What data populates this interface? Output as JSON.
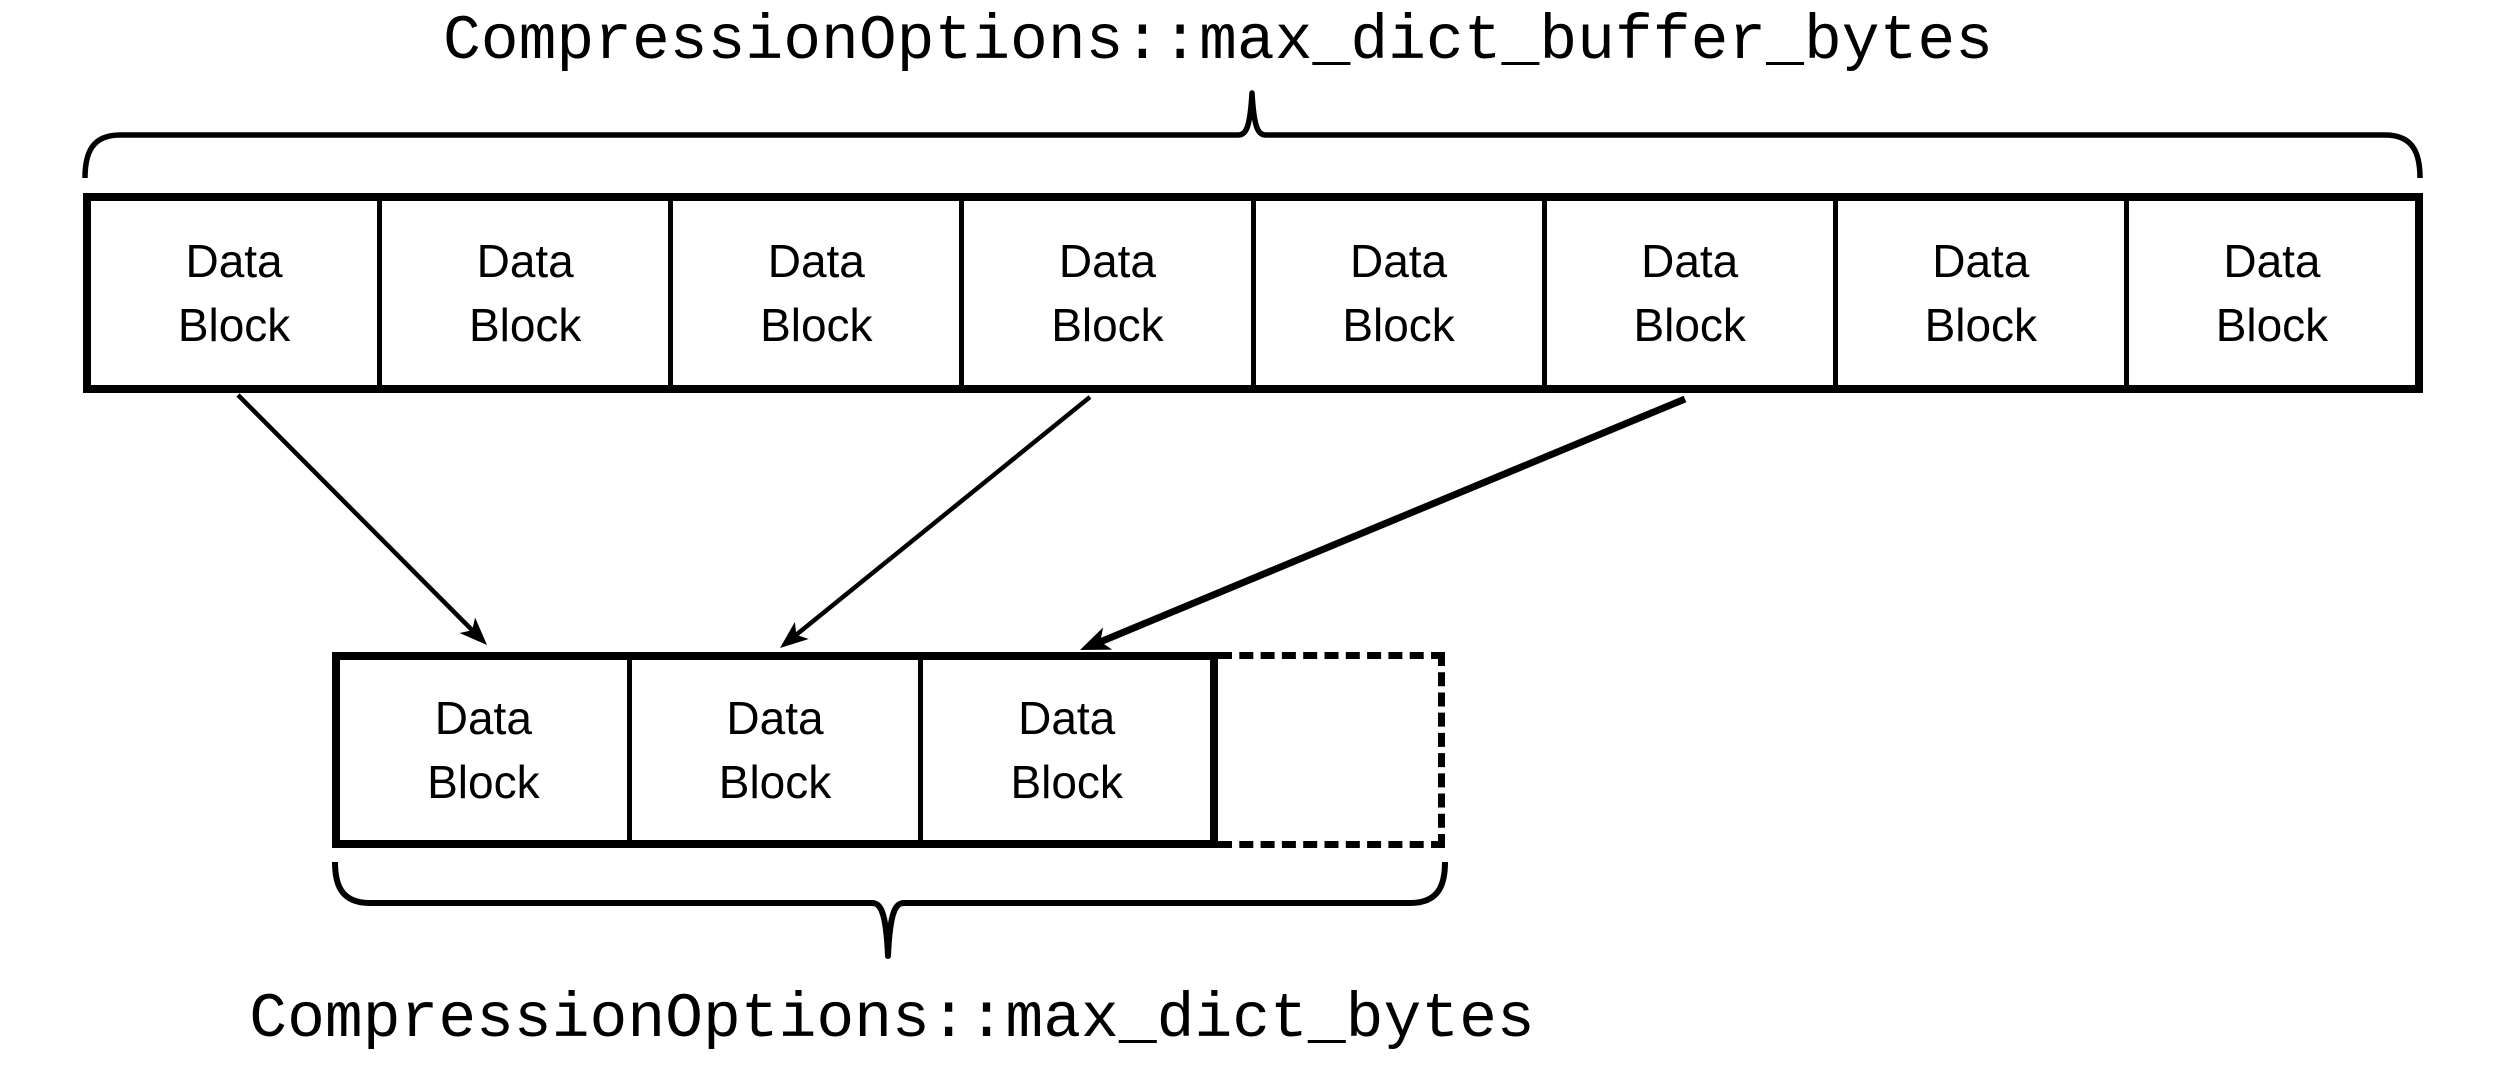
{
  "diagram": {
    "background": "#ffffff",
    "stroke_color": "#000000",
    "top_label": "CompressionOptions::max_dict_buffer_bytes",
    "bottom_label": "CompressionOptions::max_dict_bytes",
    "upper_row": {
      "blocks": [
        {
          "line1": "Data",
          "line2": "Block"
        },
        {
          "line1": "Data",
          "line2": "Block"
        },
        {
          "line1": "Data",
          "line2": "Block"
        },
        {
          "line1": "Data",
          "line2": "Block"
        },
        {
          "line1": "Data",
          "line2": "Block"
        },
        {
          "line1": "Data",
          "line2": "Block"
        },
        {
          "line1": "Data",
          "line2": "Block"
        },
        {
          "line1": "Data",
          "line2": "Block"
        }
      ]
    },
    "lower_row": {
      "blocks": [
        {
          "line1": "Data",
          "line2": "Block"
        },
        {
          "line1": "Data",
          "line2": "Block"
        },
        {
          "line1": "Data",
          "line2": "Block"
        }
      ],
      "placeholder_block": {
        "label": "",
        "style": "dashed-empty"
      }
    },
    "arrows": [
      {
        "from": "upper-row-block-1",
        "to": "lower-row-block-1"
      },
      {
        "from": "upper-row-block-4",
        "to": "lower-row-block-2"
      },
      {
        "from": "upper-row-block-6",
        "to": "lower-row-block-3"
      }
    ]
  }
}
